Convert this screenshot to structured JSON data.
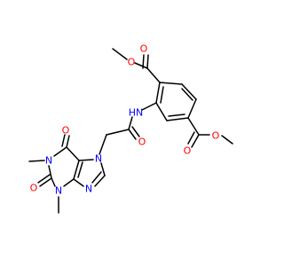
{
  "molecule": {
    "colors": {
      "bond": "#000000",
      "oxygen": "#ff0000",
      "nitrogen": "#0000ff",
      "background": "#ffffff"
    },
    "labels": {
      "o_top_ester_carbonyl": "O",
      "o_top_ester_ether": "O",
      "nh": "HN",
      "o_amide": "O",
      "o_right_ester_ether": "O",
      "o_right_ester_carbonyl": "O",
      "o_upper_carbonyl": "O",
      "n7": "N",
      "n1": "N",
      "o_lower_carbonyl": "O",
      "n9": "N",
      "n3": "N"
    }
  }
}
